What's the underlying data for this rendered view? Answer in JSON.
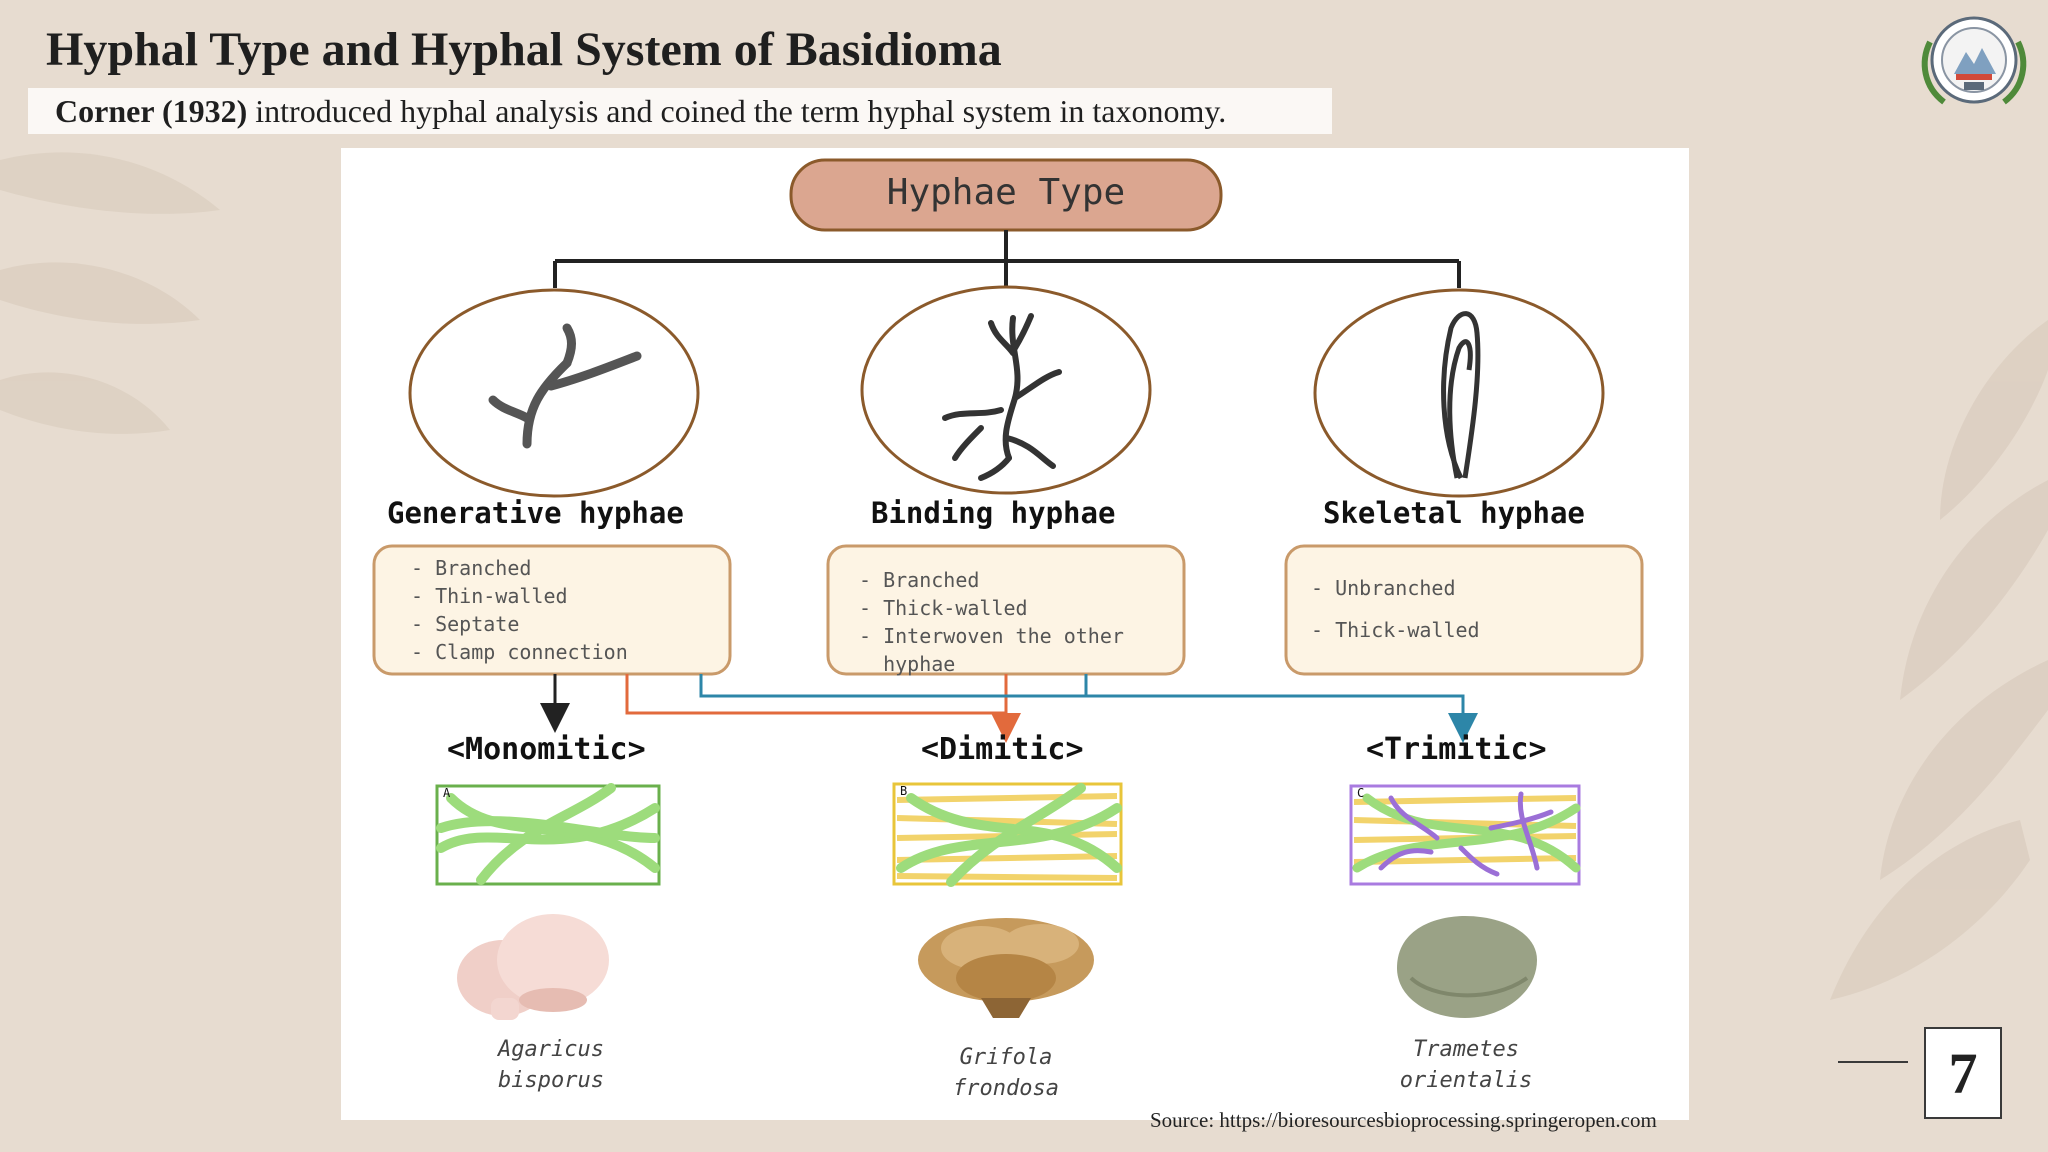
{
  "slide": {
    "title": "Hyphal Type and Hyphal System of Basidioma",
    "subtitle_bold": "Corner (1932)",
    "subtitle_rest": " introduced hyphal analysis and coined the term hyphal system in taxonomy.",
    "source": "Source: https://bioresourcesbioprocessing.springeropen.com",
    "page_number": "7"
  },
  "diagram": {
    "root": "Hyphae Type",
    "types": [
      {
        "name": "Generative hyphae",
        "traits": [
          "- Branched",
          "- Thin-walled",
          "- Septate",
          "- Clamp connection"
        ]
      },
      {
        "name": "Binding hyphae",
        "traits": [
          "- Branched",
          "- Thick-walled",
          "- Interwoven the other",
          "  hyphae"
        ]
      },
      {
        "name": "Skeletal hyphae",
        "traits": [
          "- Unbranched",
          "- Thick-walled"
        ]
      }
    ],
    "systems": [
      {
        "name": "<Monomitic>",
        "panel_letter": "A",
        "species": [
          "Agaricus",
          "bisporus"
        ]
      },
      {
        "name": "<Dimitic>",
        "panel_letter": "B",
        "species": [
          "Grifola",
          "frondosa"
        ]
      },
      {
        "name": "<Trimitic>",
        "panel_letter": "C",
        "species": [
          "Trametes",
          "orientalis"
        ]
      }
    ],
    "colors": {
      "root_fill": "#dba690",
      "oval_stroke": "#8b5a2b",
      "card_fill": "#fdf4e4",
      "card_stroke": "#c99a6a",
      "generative_arrow": "#222222",
      "binding_arrow": "#e26a3c",
      "skeletal_arrow": "#2d86a8",
      "generative_hyphae": "#9ddc7c",
      "binding_hyphae": "#9b6fd6",
      "skeletal_hyphae": "#f2d36b"
    }
  }
}
